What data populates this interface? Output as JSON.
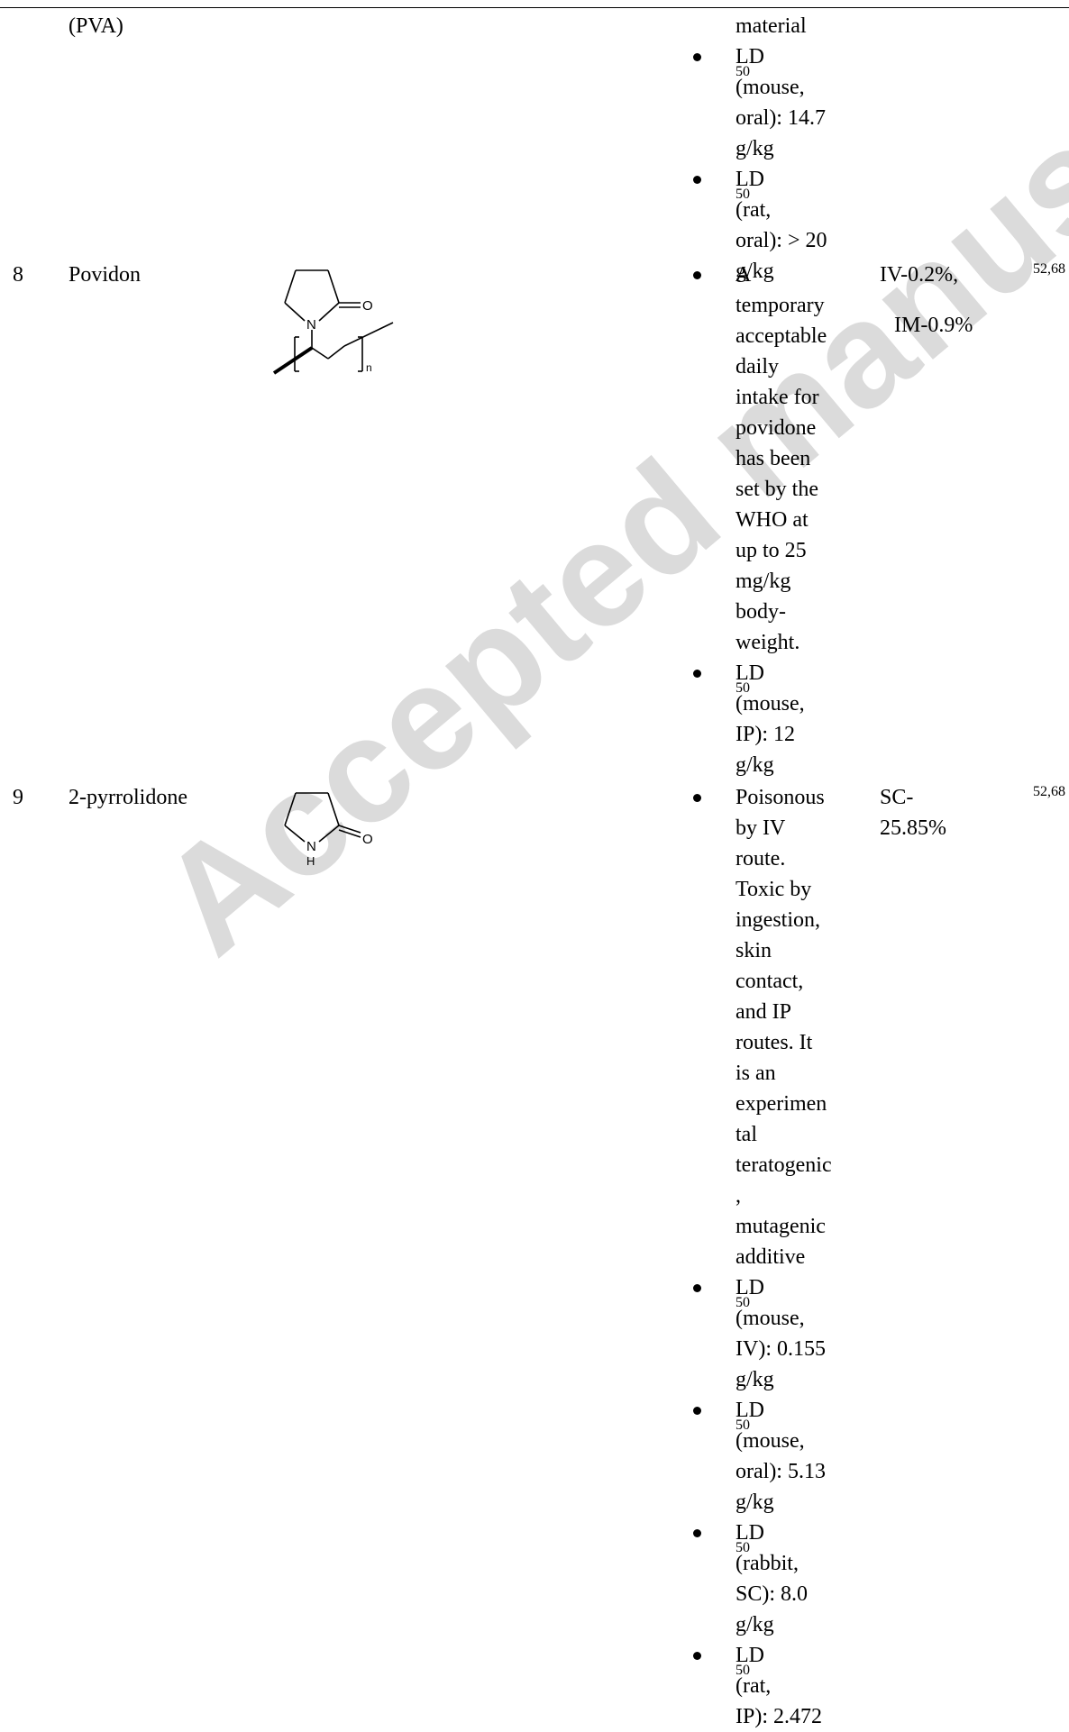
{
  "row_prev": {
    "name": "(PVA)",
    "tox_continuation": "material",
    "tox_items": [
      {
        "lines": [
          "(mouse,",
          "oral): 14.7",
          "g/kg"
        ],
        "prefix": "LD",
        "sub": "50"
      },
      {
        "lines": [
          " (rat,",
          "oral): > 20",
          "g/kg"
        ],
        "prefix": "LD",
        "sub": "50"
      }
    ]
  },
  "row8": {
    "no": "8",
    "name": "Povidon",
    "structure": {
      "atom_n": "N",
      "atom_o": "O",
      "repeat": "n"
    },
    "tox_items": [
      {
        "lines": [
          "A",
          "temporary",
          "acceptable",
          "daily",
          "intake for",
          "povidone",
          "has been",
          "set by the",
          "WHO at",
          "up to 25",
          "mg/kg",
          "body-",
          "weight."
        ]
      },
      {
        "prefix": "LD",
        "sub": "50",
        "lines": [
          "(mouse,",
          "IP): 12",
          "g/kg"
        ]
      }
    ],
    "dose_line1": "IV-0.2%,",
    "dose_line2": "IM-0.9%",
    "refs": "52,68"
  },
  "row9": {
    "no": "9",
    "name": "2-pyrrolidone",
    "structure": {
      "atom_n": "N",
      "atom_h": "H",
      "atom_o": "O"
    },
    "tox_items": [
      {
        "lines": [
          "Poisonous",
          "by IV",
          "route.",
          "Toxic by",
          "ingestion,",
          "skin",
          "contact,",
          "and IP",
          "routes. It",
          "is an",
          "experimen",
          "tal",
          "teratogenic",
          ",",
          "mutagenic",
          "additive"
        ]
      },
      {
        "prefix": "LD",
        "sub": "50",
        "lines": [
          "(mouse,",
          "IV): 0.155",
          "g/kg"
        ]
      },
      {
        "prefix": "LD",
        "sub": "50",
        "lines": [
          "(mouse,",
          "oral): 5.13",
          "g/kg"
        ]
      },
      {
        "prefix": "LD",
        "sub": "50",
        "lines": [
          "(rabbit,",
          "SC): 8.0",
          "g/kg"
        ]
      },
      {
        "prefix": "LD",
        "sub": "50",
        "lines": [
          " (rat,",
          "IP): 2.472"
        ]
      }
    ],
    "dose_line1": "SC-",
    "dose_line2": "25.85%",
    "refs": "52,68"
  },
  "watermark": "Accepted manuscript"
}
